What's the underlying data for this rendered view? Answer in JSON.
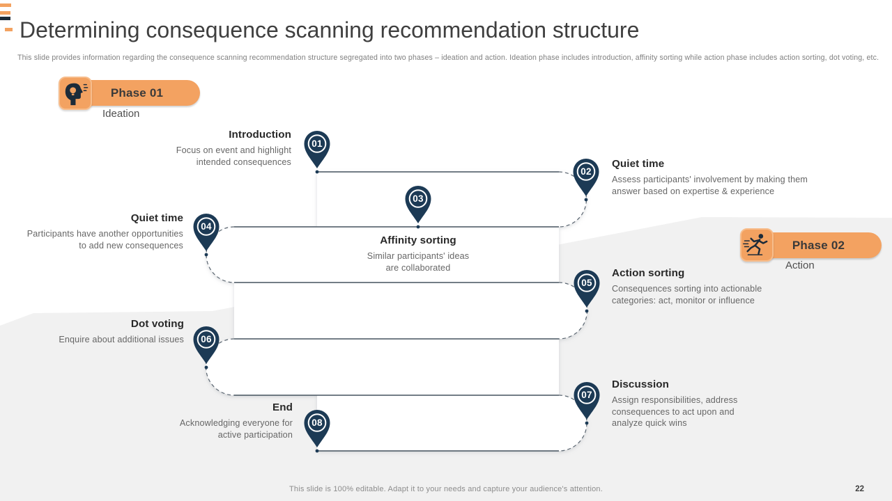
{
  "slide": {
    "title": "Determining consequence scanning recommendation structure",
    "subtitle": "This slide provides information regarding the consequence scanning recommendation structure segregated into two phases – ideation and action. Ideation phase includes introduction, affinity sorting while action phase includes action sorting, dot voting, etc.",
    "footer": "This slide is 100% editable. Adapt it to your needs and capture your audience's attention.",
    "page_number": "22"
  },
  "phases": [
    {
      "label": "Phase 01",
      "sublabel": "Ideation",
      "icon": "thinking-head-idea-icon"
    },
    {
      "label": "Phase 02",
      "sublabel": "Action",
      "icon": "running-person-icon"
    }
  ],
  "steps": [
    {
      "number": "01",
      "title": "Introduction",
      "description": "Focus on event and highlight intended consequences"
    },
    {
      "number": "02",
      "title": "Quiet time",
      "description": "Assess participants' involvement by making them answer based on expertise & experience"
    },
    {
      "number": "03",
      "title": "Affinity sorting",
      "description": "Similar participants' ideas are collaborated"
    },
    {
      "number": "04",
      "title": "Quiet time",
      "description": "Participants have another opportunities to add new consequences"
    },
    {
      "number": "05",
      "title": "Action sorting",
      "description": "Consequences sorting into actionable categories: act, monitor or influence"
    },
    {
      "number": "06",
      "title": "Dot voting",
      "description": "Enquire about additional issues"
    },
    {
      "number": "07",
      "title": "Discussion",
      "description": "Assign responsibilities, address consequences to act upon and analyze quick wins"
    },
    {
      "number": "08",
      "title": "End",
      "description": "Acknowledging everyone for active participation"
    }
  ],
  "colors": {
    "accent_orange": "#F3A261",
    "pin_navy": "#1C3A55",
    "top_bar_dark": "#1C2B39",
    "background_gray": "#F1F1F1",
    "path_line": "#45525E"
  }
}
